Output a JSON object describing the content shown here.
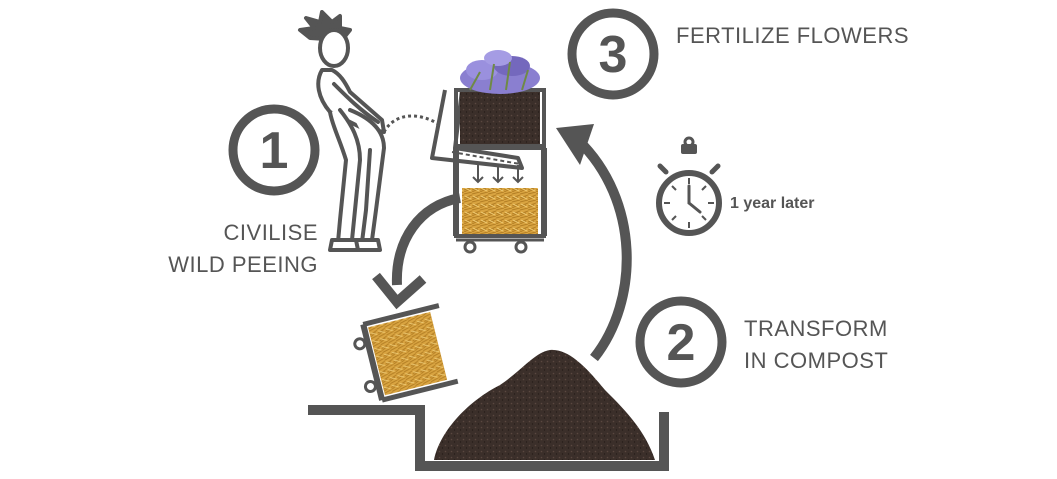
{
  "steps": [
    {
      "number": "1",
      "lines": [
        "CIVILISE",
        "WILD PEEING"
      ]
    },
    {
      "number": "2",
      "lines": [
        "TRANSFORM",
        "IN COMPOST"
      ]
    },
    {
      "number": "3",
      "lines": [
        "FERTILIZE FLOWERS"
      ]
    }
  ],
  "timer": {
    "label": "1 year later"
  },
  "icons": {
    "person": "person-peeing-icon",
    "planter": "flower-planter-icon",
    "straw_box": "straw-box-icon",
    "compost": "compost-pile-icon",
    "stopwatch": "stopwatch-icon"
  },
  "colors": {
    "gray": "#555555",
    "soil": "#3b2f2a",
    "straw": "#d9a441",
    "lavender": "#8a7fd0"
  }
}
